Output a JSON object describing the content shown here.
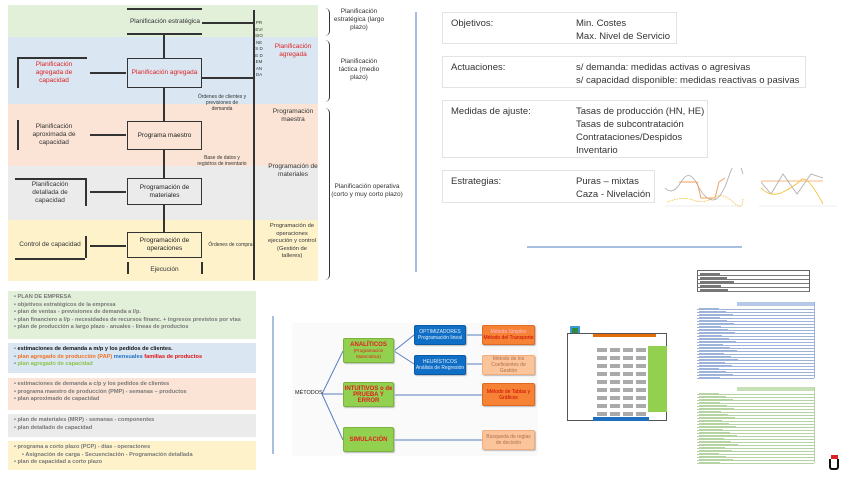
{
  "hierarchy": {
    "bands": {
      "strategic": "#e2efd9",
      "aggregate": "#dae7f3",
      "master": "#fbe4d5",
      "materials": "#ebebeb",
      "operations": "#fef2cb"
    },
    "boxes": {
      "strategic": "Planificación estratégica",
      "aggregate": "Planificación agregada",
      "aggregate_capacity": "Planificación agregada de capacidad",
      "master": "Programa maestro",
      "approx_capacity": "Planificación aproximada de capacidad",
      "materials": "Programación de materiales",
      "detailed_capacity": "Planificación detallada de capacidad",
      "operations": "Programación de operaciones",
      "capacity_control": "Control de capacidad",
      "execution": "Ejecución",
      "orders": "Órdenes de clientes y previsiones de demanda",
      "database": "Base de datos y registros de inventario",
      "purchase": "Órdenes de compra",
      "vertical": "PREVISIONES DE DEMANDA"
    },
    "level_labels": [
      "Planificación agregada",
      "Programación maestra",
      "Programación de materiales",
      "Programación de operaciones ejecución y control (Gestión de talleres)"
    ],
    "horizons": [
      "Planificación estratégica (largo plazo)",
      "Planificación táctica (medio plazo)",
      "Planificación operativa (corto y muy corto plazo)"
    ]
  },
  "lists": [
    {
      "color": "#e2efd9",
      "items": [
        "PLAN DE EMPRESA",
        "objetivos estratégicos de la empresa",
        "plan de ventas - previsiones de demanda a l/p.",
        "plan financiero a l/p - necesidades de recursos financ. + ingresos previstos por vtas",
        "plan de producción a largo plazo - anuales - líneas de productos"
      ]
    },
    {
      "color": "#dae7f3",
      "items": [
        "estimaciones de demanda a m/p y los pedidos de clientes.",
        "plan agregado de capacidad"
      ],
      "pap": {
        "a": "plan agregado de producción (PAP)",
        "b": " mensuales",
        "c": " familias de productos"
      }
    },
    {
      "color": "#fbe4d5",
      "items": [
        "estimaciones de demanda a c/p y los pedidos de clientes",
        "programa maestro de producción (PMP) - semanas – productos",
        "plan aproximado de capacidad"
      ]
    },
    {
      "color": "#ebebeb",
      "items": [
        "plan de materiales (MRP) - semanas - componentes",
        "plan detallado de capacidad"
      ]
    },
    {
      "color": "#fef2cb",
      "items": [
        "programa a corto plazo (PCP) - días - operaciones",
        "Asignación de carga - Secuenciación - Programación detallada",
        "plan de capacidad a corto plazo"
      ]
    }
  ],
  "summary": [
    {
      "key": "Objetivos:",
      "values": [
        "Min. Costes",
        "Max. Nivel de Servicio"
      ]
    },
    {
      "key": "Actuaciones:",
      "values": [
        "s/ demanda: medidas activas o agresivas",
        "s/ capacidad disponible: medidas reactivas o pasivas"
      ]
    },
    {
      "key": "Medidas de ajuste:",
      "values": [
        "Tasas de producción (HN, HE)",
        "Tasas de subcontratación",
        "Contrataciones/Despidos",
        "Inventario"
      ]
    },
    {
      "key": "Estrategias:",
      "values": [
        "Puras – mixtas",
        "Caza - Nivelación"
      ]
    }
  ],
  "methods": {
    "root": "MÉTODOS",
    "analytic": {
      "title": "ANALÍTICOS",
      "sub": "(Programación Matemática)"
    },
    "intuitive": {
      "title": "INTUITIVOS o de PRUEBA Y ERROR"
    },
    "simulation": {
      "title": "SIMULACIÓN"
    },
    "optimizers": [
      "OPTIMIZADORES",
      "Programación lineal"
    ],
    "heuristics": [
      "HEURÍSTICOS",
      "Análisis de Regresión"
    ],
    "leaf1": [
      "Método Simplex",
      "Método del Transporte"
    ],
    "leaf2": "Método de los Coeficientes de Gestión",
    "leaf3": "Método de Tablas y Gráficos",
    "leaf4": "Búsqueda de reglas de decisión"
  }
}
